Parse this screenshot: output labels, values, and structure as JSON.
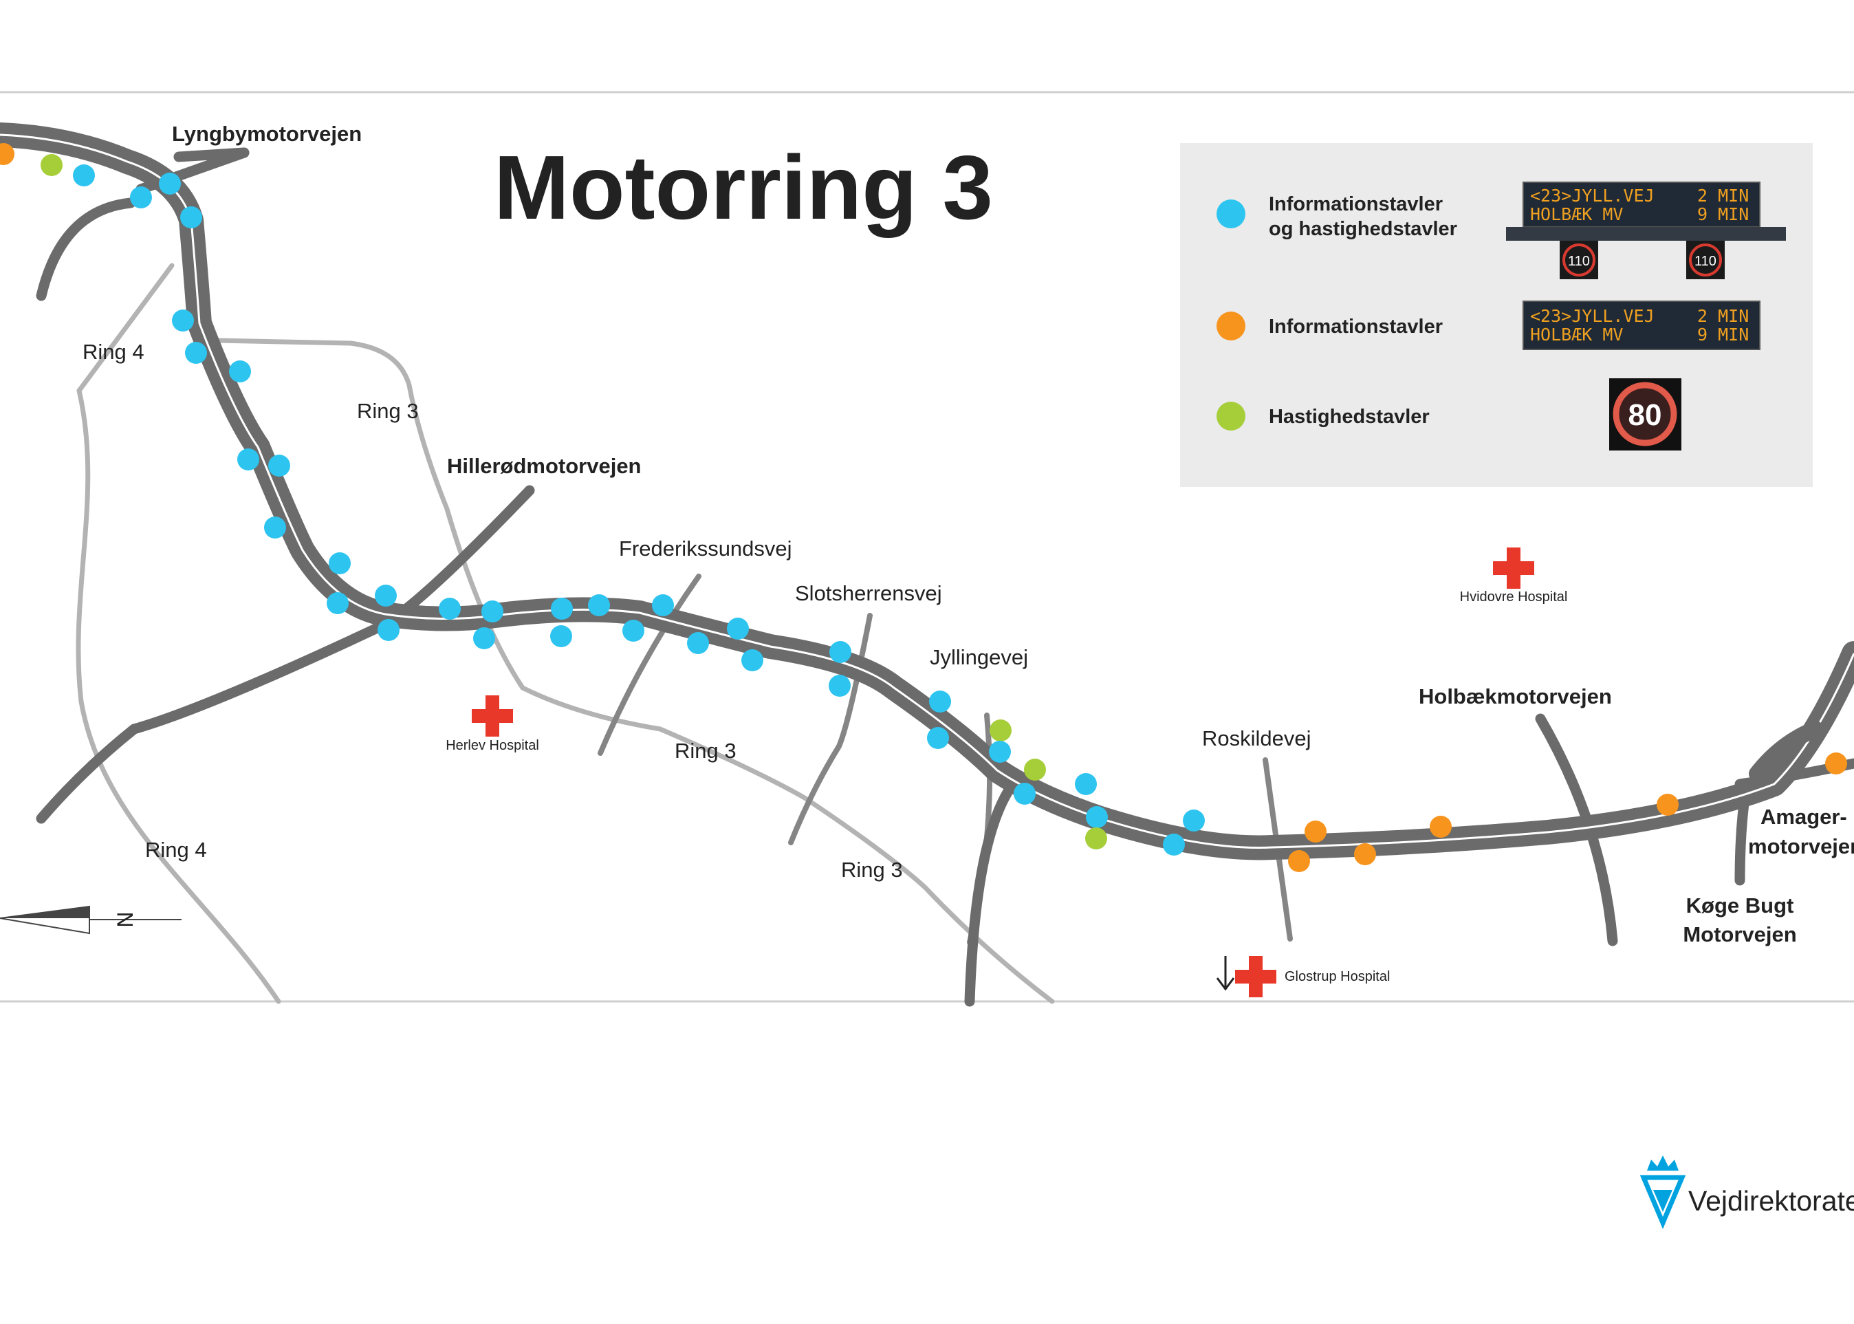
{
  "title": "Motorring 3",
  "roads": {
    "lyngby": "Lyngbymotorvejen",
    "hillerod": "Hillerødmotorvejen",
    "holbaek": "Holbækmotorvejen",
    "amager_1": "Amager-",
    "amager_2": "motorvejen",
    "koge_1": "Køge Bugt",
    "koge_2": "Motorvejen",
    "frederikssund": "Frederikssundsvej",
    "slotsherrens": "Slotsherrensvej",
    "jylling": "Jyllingevej",
    "roskilde": "Roskildevej",
    "ring4_a": "Ring 4",
    "ring4_b": "Ring 4",
    "ring3_a": "Ring 3",
    "ring3_b": "Ring 3",
    "ring3_c": "Ring 3"
  },
  "hospitals": {
    "herlev": "Herlev Hospital",
    "hvidovre": "Hvidovre Hospital",
    "glostrup": "Glostrup Hospital"
  },
  "compass": "N",
  "legend": {
    "item1_line1": "Informationstavler",
    "item1_line2": "og hastighedstavler",
    "item2": "Informationstavler",
    "item3": "Hastighedstavler",
    "sign_line1_left": "<23>JYLL.VEJ",
    "sign_line1_right": "2 MIN",
    "sign_line2_left": "HOLBÆK MV",
    "sign_line2_right": "9 MIN",
    "speed_gantry": "110",
    "speed_sign": "80"
  },
  "logo": "Vejdirektoratet",
  "colors": {
    "motorway": "#6b6b6b",
    "road": "#808080",
    "ring_road": "#b3b3b3",
    "info_and_speed": "#2ec4f0",
    "info": "#f7941d",
    "speed": "#a6ce39",
    "hospital": "#e8382a",
    "legend_bg": "#ebebec",
    "brand": "#00a3e0"
  }
}
